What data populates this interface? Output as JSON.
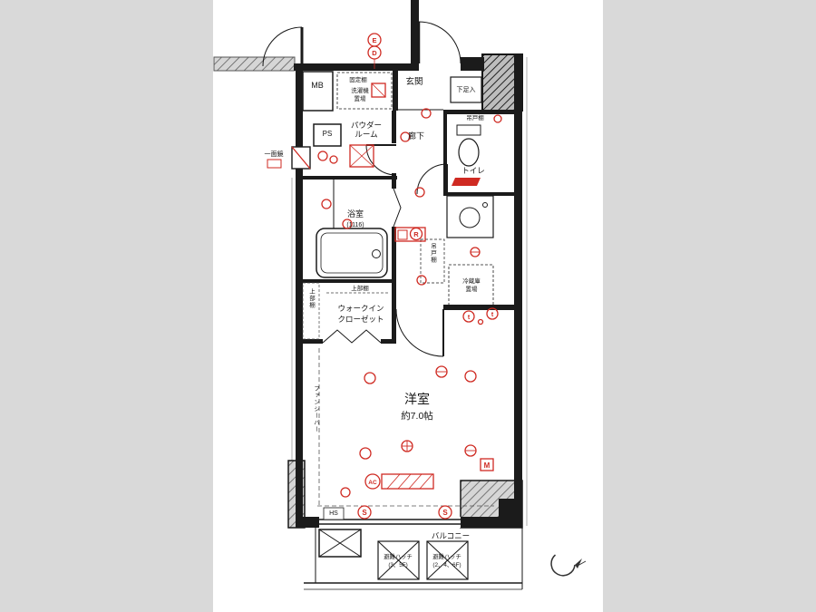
{
  "colors": {
    "background": "#d9d9d9",
    "paper": "#ffffff",
    "wall": "#1b1b1b",
    "symbol_red": "#cf2a22",
    "hatch_gray": "#8d8d8d"
  },
  "rooms": {
    "entrance": "玄関",
    "hallway": "廊下",
    "toilet": "トイレ",
    "bathroom": "浴室",
    "bathroom_size": "(1116)",
    "powder1": "パウダー",
    "powder2": "ルーム",
    "wic1": "ウォークイン",
    "wic2": "クローゼット",
    "western": "洋室",
    "western_size": "約7.0帖",
    "balcony": "バルコニー"
  },
  "fixtures": {
    "mb": "MB",
    "ps": "PS",
    "hs": "HS",
    "shoe": "下足入",
    "fixed_shelf": "固定棚",
    "washer1": "洗濯機",
    "washer2": "置場",
    "mirror": "一面鏡",
    "cupboard_toilet": "吊戸棚",
    "cupboard_kitchen": "吊戸棚",
    "fridge1": "冷蔵庫",
    "fridge2": "置場",
    "shelf_wic": "上部棚",
    "shelf_side": "上部棚",
    "fancy_bar": "ファンシーバー",
    "hatch1a": "避難ハッチ",
    "hatch1b": "(3、5F)",
    "hatch2a": "避難ハッチ",
    "hatch2b": "(2、4、6F)"
  },
  "symbols": {
    "e": "E",
    "d": "D",
    "r": "R",
    "s1": "S",
    "s2": "S",
    "m": "M",
    "ac": "AC",
    "t1": "t",
    "t2": "t"
  }
}
